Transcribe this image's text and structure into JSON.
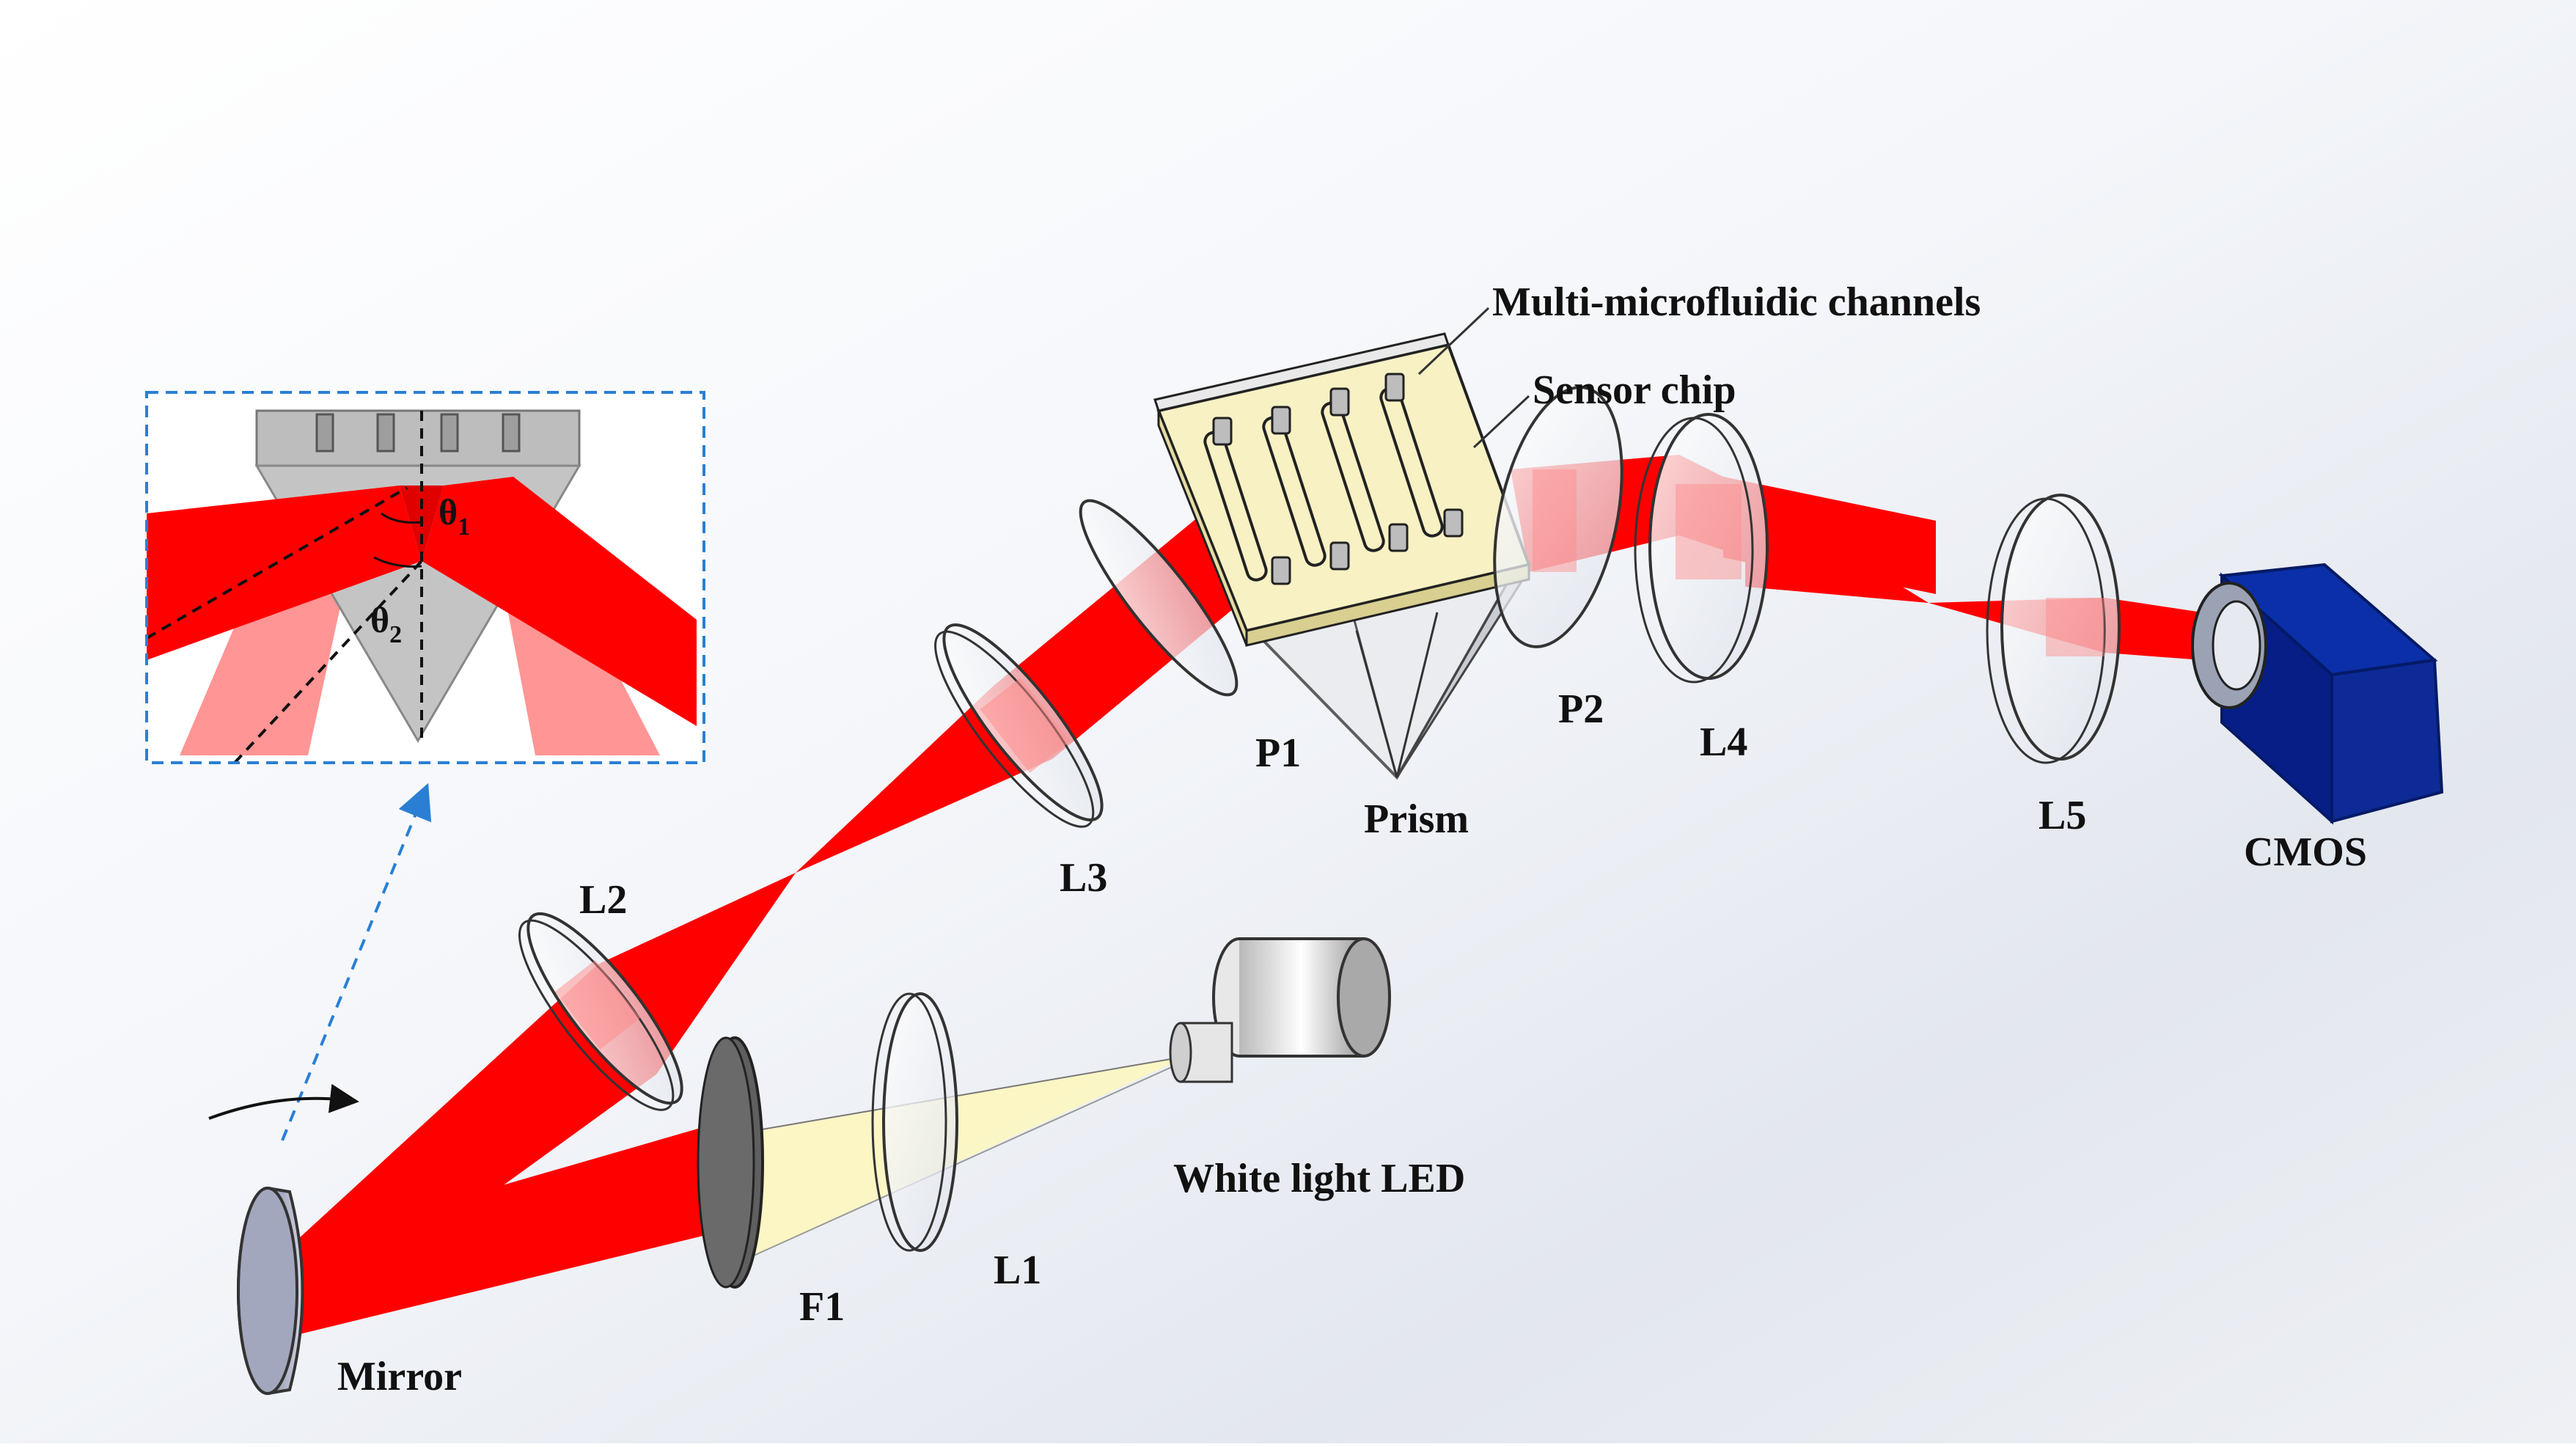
{
  "labels": {
    "multi_microfluidic_channels": "Multi-microfluidic channels",
    "sensor_chip": "Sensor chip",
    "prism": "Prism",
    "p1": "P1",
    "p2": "P2",
    "l1": "L1",
    "l2": "L2",
    "l3": "L3",
    "l4": "L4",
    "l5": "L5",
    "f1": "F1",
    "mirror": "Mirror",
    "cmos": "CMOS",
    "white_light_led": "White light LED"
  },
  "inset": {
    "theta1": "θ",
    "theta1_sub": "1",
    "theta2": "θ",
    "theta2_sub": "2"
  },
  "colors": {
    "beam": "#ff0000",
    "beam_faded": "#ff8a8a",
    "inset_frame": "#2a7fd4",
    "cmos_body": "#0a2fa8",
    "chip": "#f7f1c4",
    "led_light": "#fdf6c0"
  }
}
